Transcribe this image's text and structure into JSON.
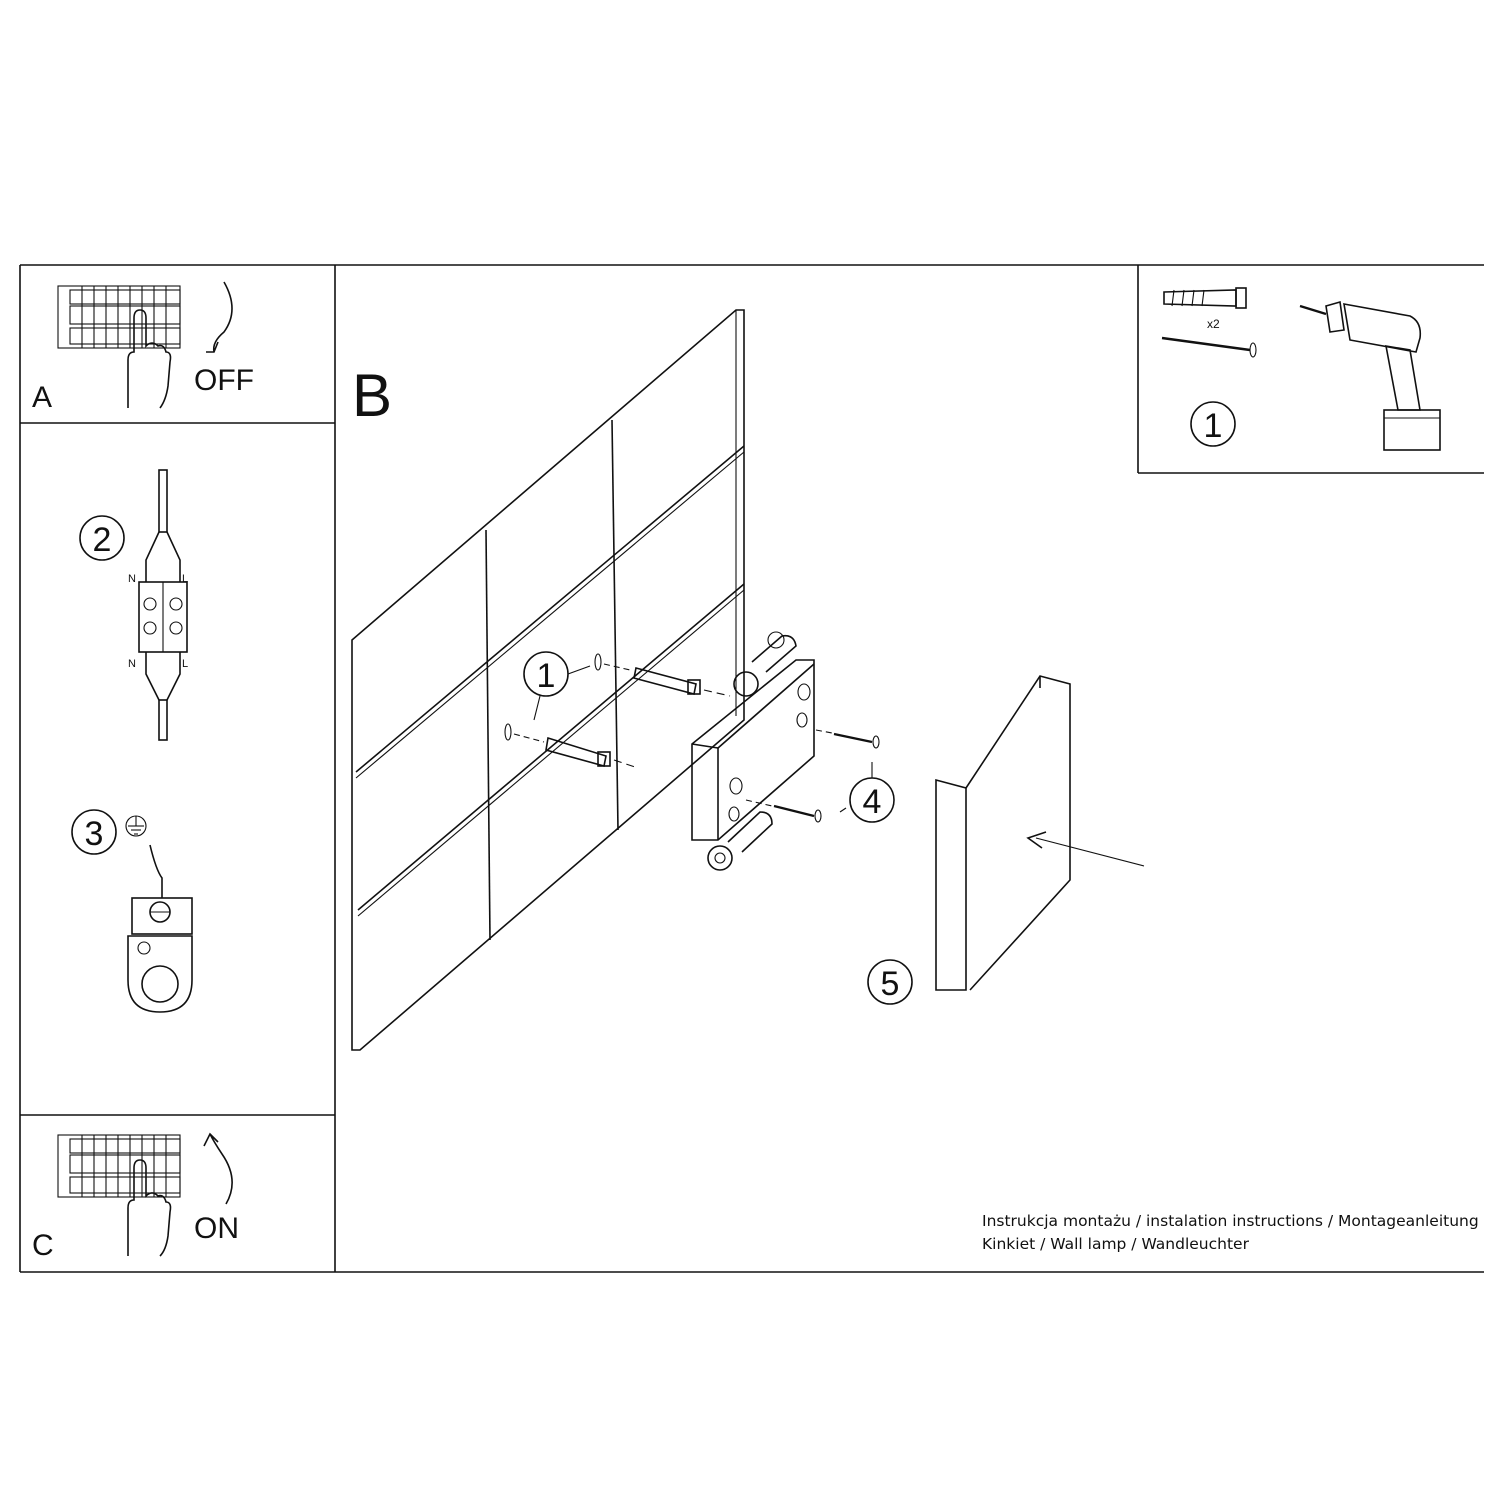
{
  "panels": {
    "a": {
      "letter": "A",
      "action": "OFF"
    },
    "b": {
      "letter": "B"
    },
    "c": {
      "letter": "C",
      "action": "ON"
    }
  },
  "steps": {
    "tools_step": "1",
    "wall_step": "1",
    "wiring_step": "2",
    "ground_step": "3",
    "screw_step": "4",
    "cover_step": "5"
  },
  "tools": {
    "anchor_count": "x2"
  },
  "wiring": {
    "neutral": "N",
    "live": "L"
  },
  "footer": {
    "line1": "Instrukcja montażu / instalation instructions / Montageanleitung",
    "line2": "Kinkiet / Wall lamp / Wandleuchter"
  },
  "icons": {
    "breaker": "circuit-breaker-panel-icon",
    "hand": "pointing-hand-icon",
    "off_arrow": "curved-arrow-down-icon",
    "on_arrow": "curved-arrow-up-icon",
    "drill": "power-drill-icon",
    "anchor": "wall-anchor-icon",
    "screw": "screw-icon",
    "ground": "ground-symbol-icon",
    "connector": "terminal-block-icon"
  }
}
